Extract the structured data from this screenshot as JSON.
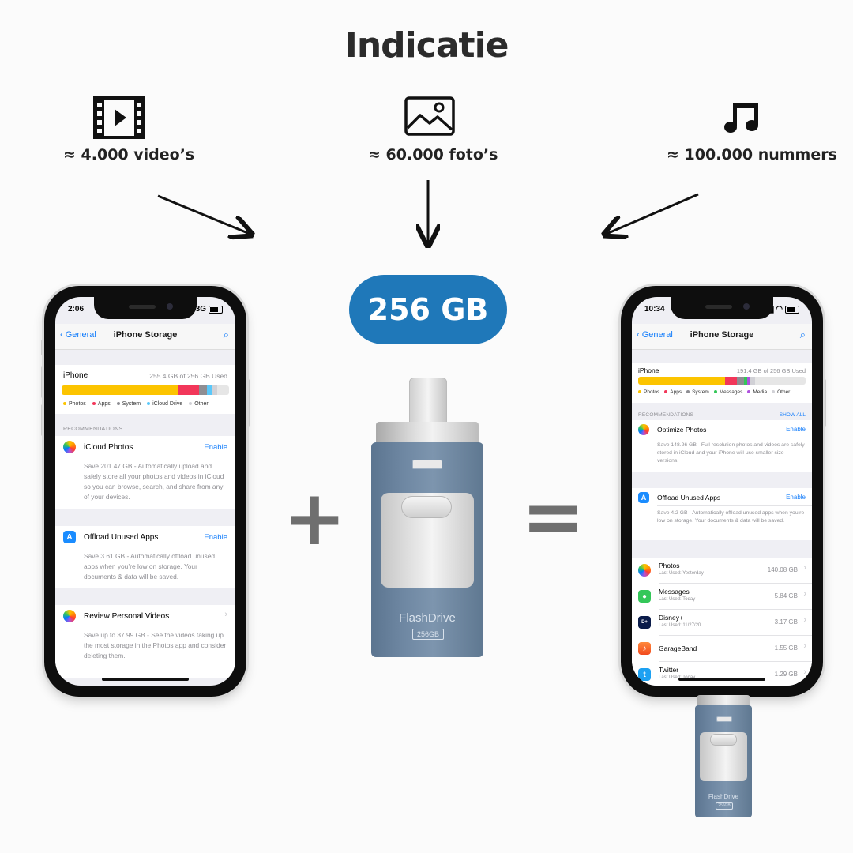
{
  "header": {
    "title": "Indicatie"
  },
  "stats": [
    {
      "icon": "video-icon",
      "label": "≈ 4.000 video’s"
    },
    {
      "icon": "image-icon",
      "label": "≈ 60.000 foto’s"
    },
    {
      "icon": "music-icon",
      "label": "≈ 100.000 nummers"
    }
  ],
  "capacity": {
    "label": "256 GB"
  },
  "operators": {
    "plus": "+",
    "equals": "="
  },
  "drive": {
    "brand": "FlashDrive",
    "size": "256GB"
  },
  "colors": {
    "accent": "#1f78b9",
    "ios_blue": "#157efb",
    "photos": "#fcc400",
    "apps": "#f2375a",
    "system": "#8e8e93",
    "icloud": "#5ac8fa",
    "messages": "#34c759",
    "media": "#af52de",
    "other": "#d1d1d6"
  },
  "phone_left": {
    "time": "2:06",
    "network": "3G",
    "nav": {
      "back": "General",
      "title": "iPhone Storage"
    },
    "device": "iPhone",
    "usage": "255.4 GB of 256 GB Used",
    "usage_fractions": {
      "photos": 0.7,
      "apps": 0.12,
      "system": 0.05,
      "icloud": 0.03,
      "other": 0.03,
      "free": 0.07
    },
    "legend": [
      "Photos",
      "Apps",
      "System",
      "iCloud Drive",
      "Other"
    ],
    "recommendations_header": "RECOMMENDATIONS",
    "recommendations": [
      {
        "title": "iCloud Photos",
        "action": "Enable",
        "desc": "Save 201.47 GB - Automatically upload and safely store all your photos and videos in iCloud so you can browse, search, and share from any of your devices."
      },
      {
        "title": "Offload Unused Apps",
        "action": "Enable",
        "desc": "Save 3.61 GB - Automatically offload unused apps when you’re low on storage. Your documents & data will be saved."
      },
      {
        "title": "Review Personal Videos",
        "action": "",
        "desc": "Save up to 37.99 GB - See the videos taking up the most storage in the Photos app and consider deleting them."
      }
    ]
  },
  "phone_right": {
    "time": "10:34",
    "nav": {
      "back": "General",
      "title": "iPhone Storage"
    },
    "device": "iPhone",
    "usage": "191.4 GB of 256 GB Used",
    "usage_fractions": {
      "photos": 0.52,
      "apps": 0.07,
      "system": 0.04,
      "messages": 0.02,
      "media": 0.02,
      "other": 0.03,
      "free": 0.3
    },
    "legend": [
      "Photos",
      "Apps",
      "System",
      "Messages",
      "Media",
      "Other"
    ],
    "recommendations_header": "RECOMMENDATIONS",
    "show_all": "SHOW ALL",
    "recommendations": [
      {
        "title": "Optimize Photos",
        "action": "Enable",
        "desc": "Save 148.26 GB - Full resolution photos and videos are safely stored in iCloud and your iPhone will use smaller size versions."
      },
      {
        "title": "Offload Unused Apps",
        "action": "Enable",
        "desc": "Save 4.2 GB - Automatically offload unused apps when you’re low on storage. Your documents & data will be saved."
      }
    ],
    "apps": [
      {
        "name": "Photos",
        "sub": "Last Used: Yesterday",
        "size": "140.08 GB"
      },
      {
        "name": "Messages",
        "sub": "Last Used: Today",
        "size": "5.84 GB"
      },
      {
        "name": "Disney+",
        "sub": "Last Used: 11/27/20",
        "size": "3.17 GB"
      },
      {
        "name": "GarageBand",
        "sub": "",
        "size": "1.55 GB"
      },
      {
        "name": "Twitter",
        "sub": "Last Used: Today",
        "size": "1.29 GB"
      }
    ]
  }
}
